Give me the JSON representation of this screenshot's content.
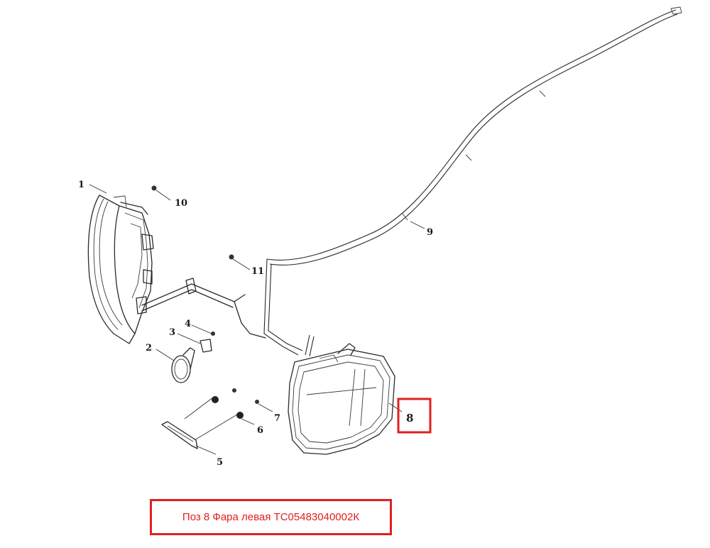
{
  "callouts": {
    "c1": "1",
    "c2": "2",
    "c3": "3",
    "c4": "4",
    "c5": "5",
    "c6": "6",
    "c7": "7",
    "c8": "8",
    "c9": "9",
    "c10": "10",
    "c11": "11"
  },
  "highlighted_part": "8",
  "caption": {
    "text": "Поз 8 Фара левая ТС05483040002К"
  },
  "colors": {
    "highlight": "#e0201f",
    "linework": "#2a2a2a"
  }
}
